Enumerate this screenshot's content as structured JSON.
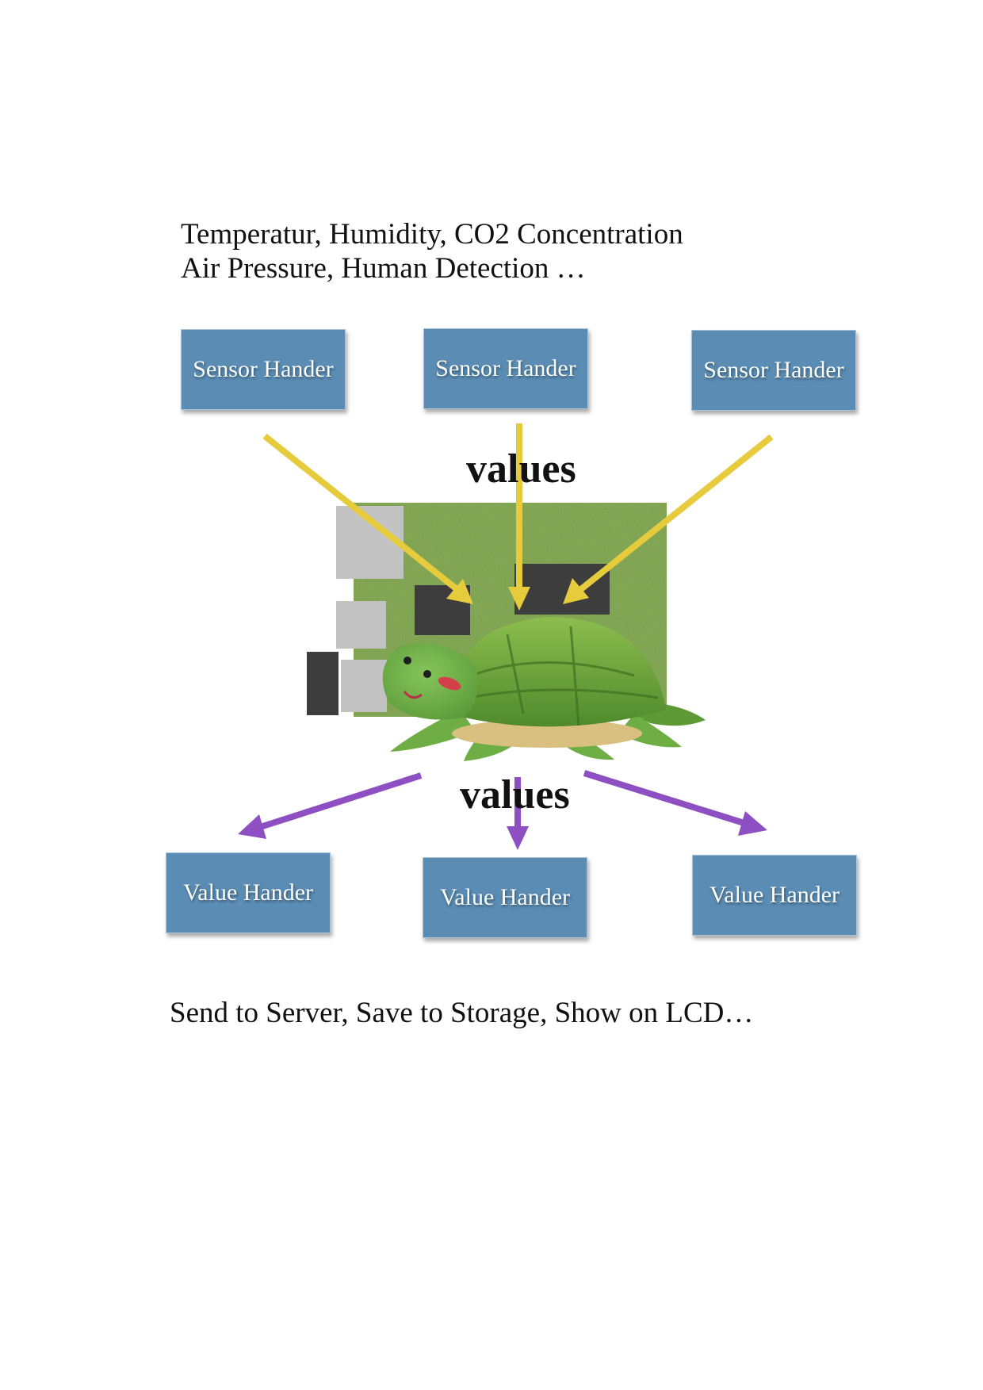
{
  "captions": {
    "inputs_line1": "Temperatur,  Humidity,  CO2 Concentration",
    "inputs_line2": "Air Pressure,  Human Detection …",
    "outputs": "Send to Server,   Save to Storage,   Show on LCD…"
  },
  "sensor_handlers": [
    {
      "label": "Sensor Hander"
    },
    {
      "label": "Sensor Hander"
    },
    {
      "label": "Sensor Hander"
    }
  ],
  "value_handlers": [
    {
      "label": "Value Hander"
    },
    {
      "label": "Value Hander"
    },
    {
      "label": "Value Hander"
    }
  ],
  "flow_labels": {
    "into_board": "values",
    "out_of_board": "values"
  },
  "colors": {
    "handler_box": "#5b8db4",
    "sensor_arrow": "#e6cc3c",
    "value_arrow": "#8e4fc2",
    "board": "#7aa33f",
    "chip": "#3d3d3d",
    "connector": "#c2c2c2",
    "turtle_shell": "#6fa33c",
    "turtle_skin": "#7ab852"
  },
  "icons": {
    "board": "microcontroller-board-icon",
    "mascot": "turtle-icon"
  }
}
